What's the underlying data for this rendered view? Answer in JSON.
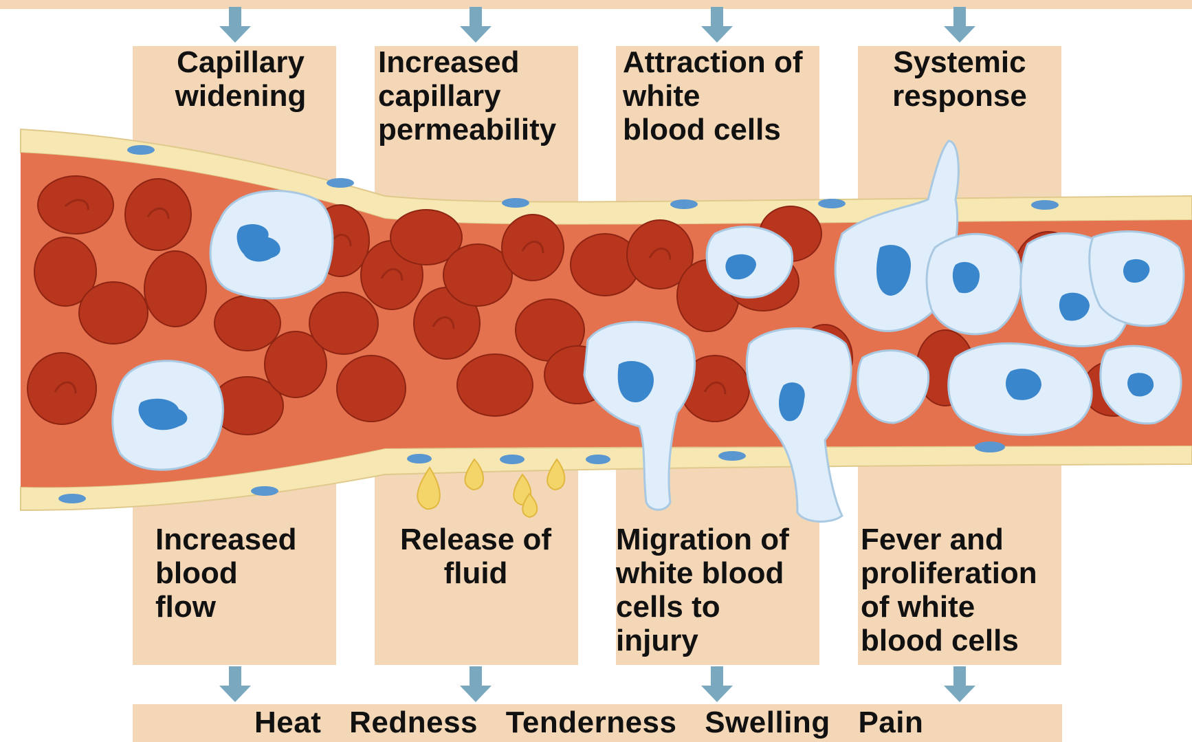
{
  "colors": {
    "panel": "#f4d7b6",
    "arrow": "#7aa9bf",
    "vessel_lumen": "#e4724f",
    "vessel_wall": "#f6e7b3",
    "red_blood_cell": "#b8361e",
    "white_blood_cell": "#dfeefa",
    "nucleus": "#3a86cc",
    "fluid": "#f4d56a"
  },
  "columns": [
    {
      "top_label": "Capillary\nwidening",
      "bottom_label": "Increased\nblood\nflow"
    },
    {
      "top_label": "Increased\ncapillary\npermeability",
      "bottom_label": "Release of\nfluid"
    },
    {
      "top_label": "Attraction of\nwhite\nblood cells",
      "bottom_label": "Migration of\nwhite blood\ncells to\ninjury"
    },
    {
      "top_label": "Systemic\nresponse",
      "bottom_label": "Fever and\nproliferation\nof white\nblood cells"
    }
  ],
  "symptoms": [
    "Heat",
    "Redness",
    "Tenderness",
    "Swelling",
    "Pain"
  ],
  "icons": [
    "down-arrow-icon"
  ]
}
